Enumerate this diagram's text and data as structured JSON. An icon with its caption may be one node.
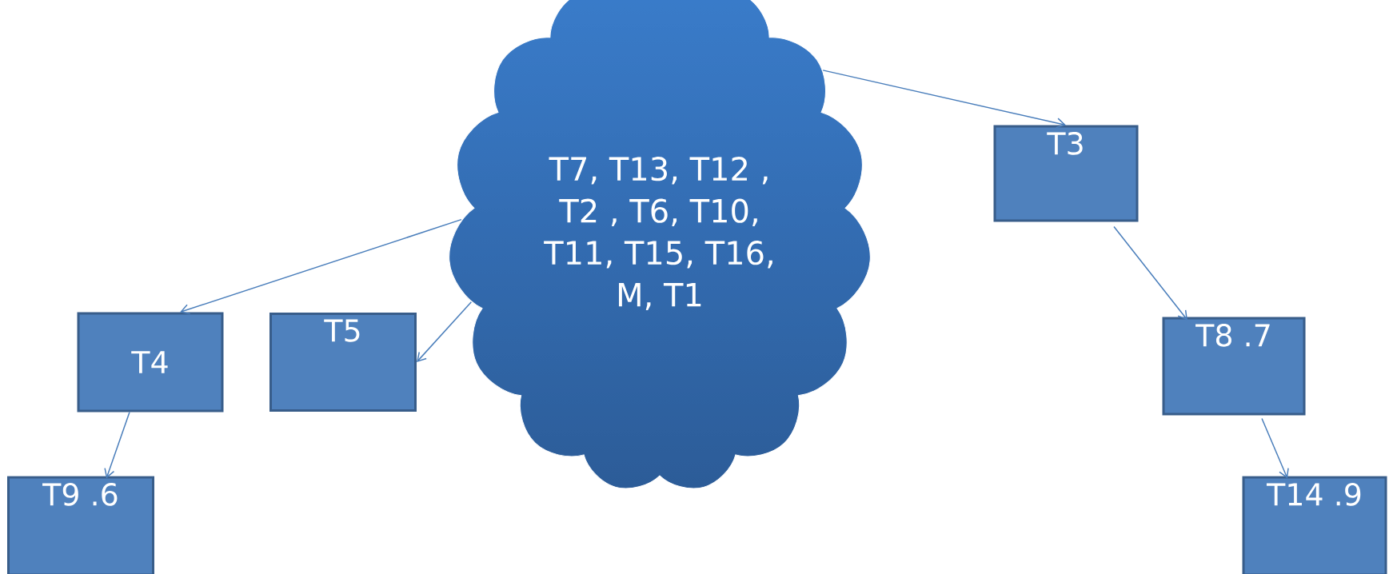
{
  "diagram": {
    "nodes": [
      {
        "text": [
          "T7, T13, T12 , T2 , T6, T10, T11, T15, T16, M, T1"
        ]
      },
      {
        "text": [
          "T3"
        ]
      },
      {
        "text": [
          "T4"
        ]
      },
      {
        "text": [
          "T5"
        ]
      },
      {
        "text": [
          "T8 .7"
        ]
      },
      {
        "text": [
          "T9 .6"
        ]
      },
      {
        "text": [
          "T14 .9"
        ]
      }
    ],
    "edges": [
      {
        "from": 0,
        "to": 1,
        "arrow": "to"
      },
      {
        "from": 0,
        "to": 2,
        "arrow": "to"
      },
      {
        "from": 0,
        "to": 3,
        "arrow": "to"
      },
      {
        "from": 1,
        "to": 4,
        "arrow": "to"
      },
      {
        "from": 2,
        "to": 5,
        "arrow": "to"
      },
      {
        "from": 4,
        "to": 6,
        "arrow": "to"
      }
    ]
  }
}
